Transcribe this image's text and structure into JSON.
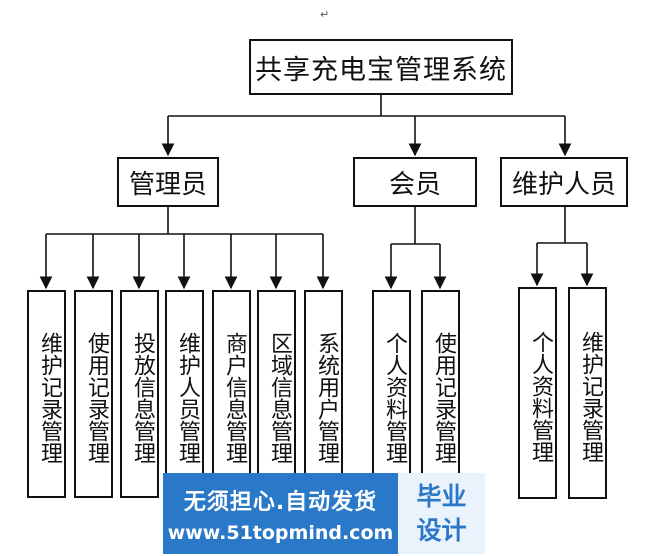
{
  "return_mark": "↵",
  "root": {
    "label": "共享充电宝管理系统"
  },
  "roles": [
    {
      "label": "管理员",
      "children": [
        "维护记录管理",
        "使用记录管理",
        "投放信息管理",
        "维护人员管理",
        "商户信息管理",
        "区域信息管理",
        "系统用户管理"
      ]
    },
    {
      "label": "会员",
      "children": [
        "个人资料管理",
        "使用记录管理"
      ]
    },
    {
      "label": "维护人员",
      "children": [
        "个人资料管理",
        "维护记录管理"
      ]
    }
  ],
  "watermark": {
    "line1": "无须担心.自动发货",
    "line2": "www.51topmind.com",
    "badge_line1": "毕业",
    "badge_line2": "设计",
    "colors": {
      "band": "#2a78c8",
      "badge_bg": "#eaf3fb",
      "badge_text": "#2a78c8"
    }
  },
  "colors": {
    "line": "#111111",
    "box_border": "#111111",
    "text": "#111111",
    "background": "#ffffff"
  }
}
